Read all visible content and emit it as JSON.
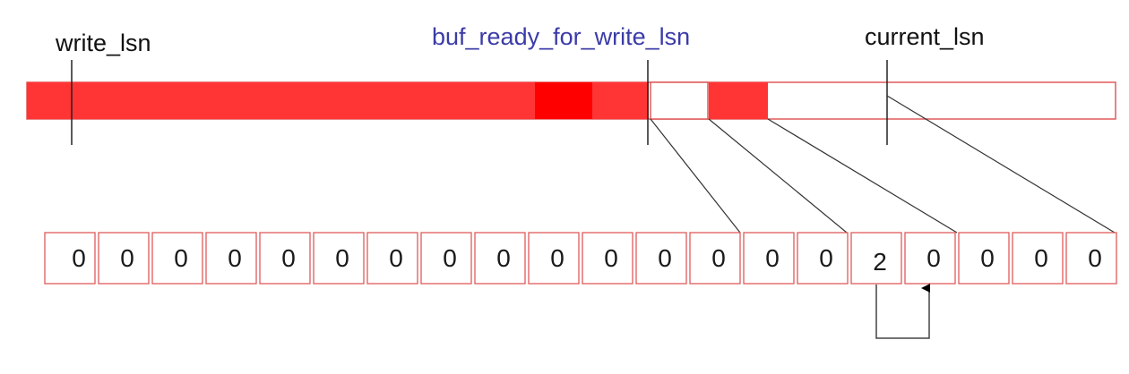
{
  "labels": {
    "write_lsn": "write_lsn",
    "buf_ready_for_write_lsn": "buf_ready_for_write_lsn",
    "current_lsn": "current_lsn"
  },
  "colors": {
    "filled": "#ff3535",
    "filled_dark": "#ff0000",
    "cell_border": "#e05a5a",
    "pointer_line": "#222222",
    "label_blue": "#3b3ba8",
    "label_black": "#111111"
  },
  "cells": [
    "0",
    "0",
    "0",
    "0",
    "0",
    "0",
    "0",
    "0",
    "0",
    "0",
    "0",
    "0",
    "0",
    "0",
    "0",
    "2",
    "0",
    "0",
    "0",
    "0"
  ]
}
